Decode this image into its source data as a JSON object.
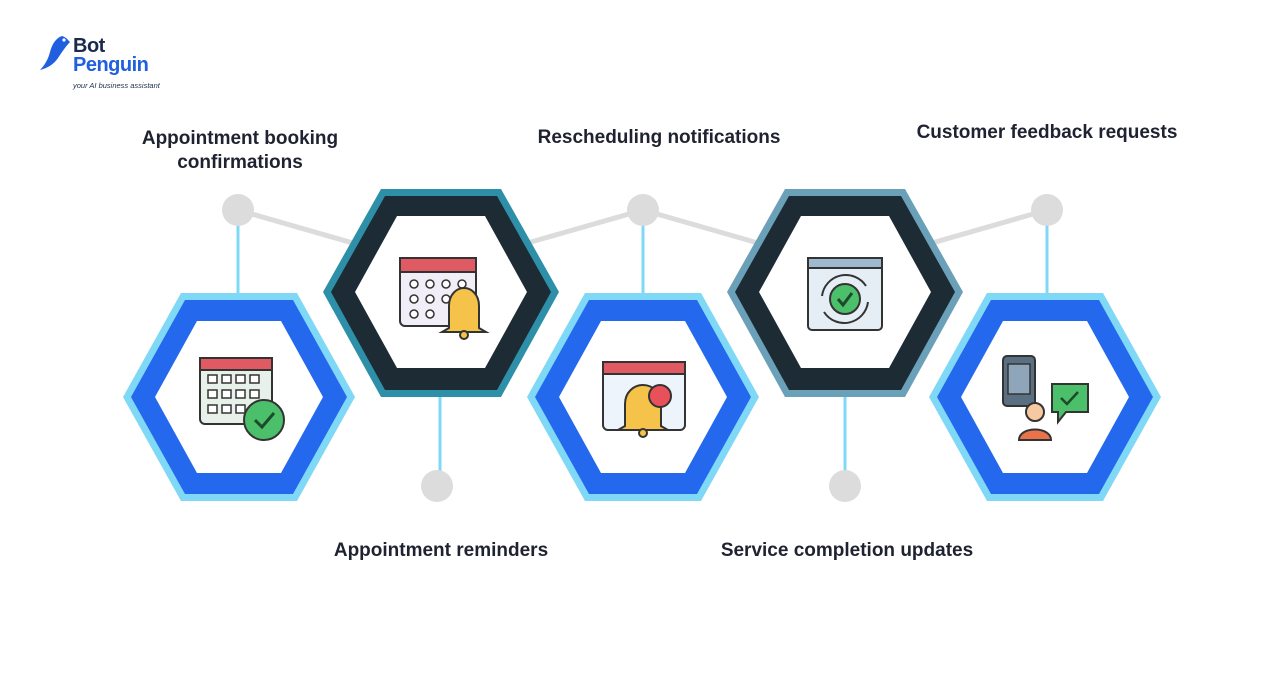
{
  "brand": {
    "name_line1": "Bot",
    "name_line2": "Penguin",
    "tagline": "your AI business assistant"
  },
  "colors": {
    "blue_outer": "#7fd8f5",
    "blue_inner": "#2468ee",
    "dark_outer": "#2e8fa8",
    "dark_inner": "#1d2b35",
    "slate_outer": "#6aa0b8",
    "connector": "#dcdcdc",
    "stem": "#7fd8f5"
  },
  "steps": [
    {
      "label_lines": [
        "Appointment booking",
        "confirmations"
      ],
      "icon": "calendar-check-icon"
    },
    {
      "label_lines": [
        "Appointment reminders"
      ],
      "icon": "calendar-bell-icon"
    },
    {
      "label_lines": [
        "Rescheduling notifications"
      ],
      "icon": "calendar-notification-icon"
    },
    {
      "label_lines": [
        "Service completion updates"
      ],
      "icon": "refresh-check-icon"
    },
    {
      "label_lines": [
        "Customer feedback requests"
      ],
      "icon": "feedback-chat-icon"
    }
  ]
}
